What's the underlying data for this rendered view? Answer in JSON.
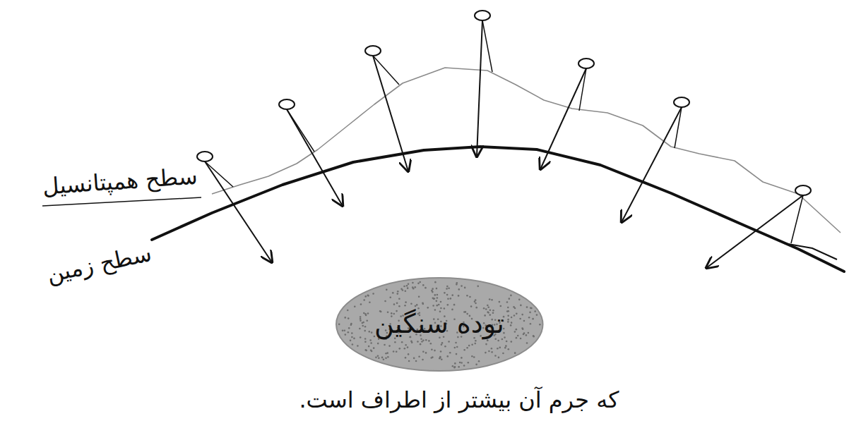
{
  "diagram": {
    "nodes": [
      {
        "text": [
          "توده سنگین"
        ]
      }
    ],
    "labels": [
      "سطح همپتانسیل",
      "سطح زمین",
      "که جرم آن بیشتر از اطراف است."
    ]
  }
}
